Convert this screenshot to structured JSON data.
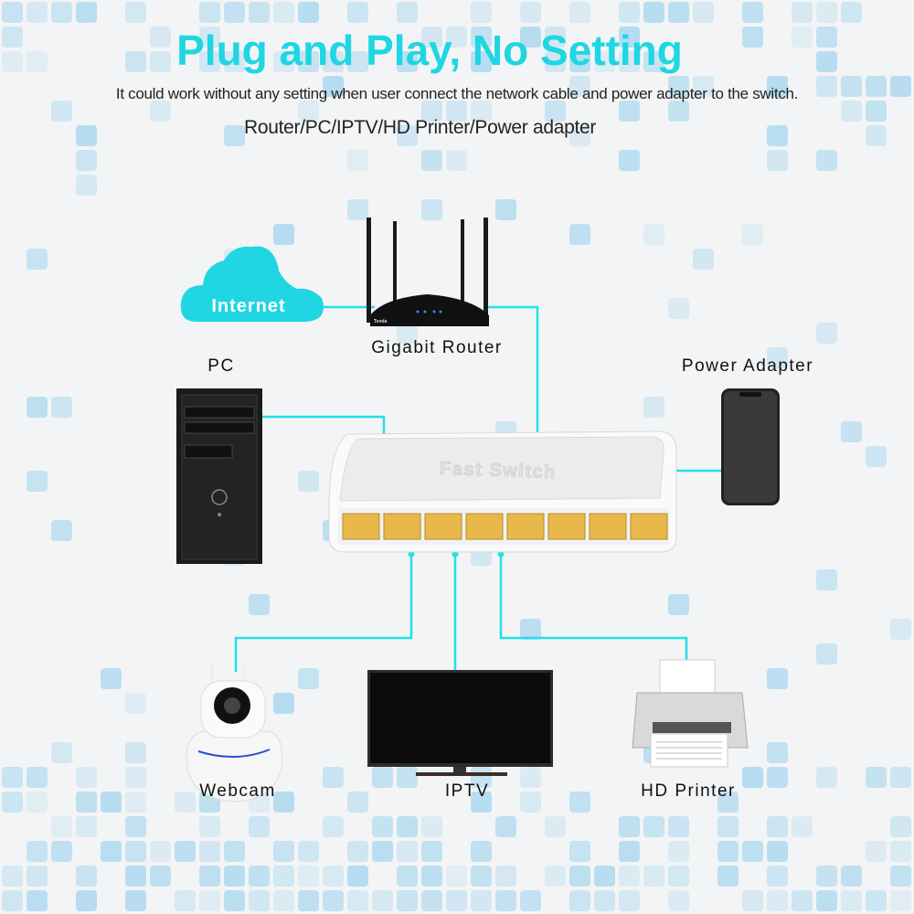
{
  "header": {
    "title": "Plug and Play, No Setting",
    "subtitle": "It could work without any setting when user connect the network cable and power adapter to the switch.",
    "devices_line": "Router/PC/IPTV/HD Printer/Power adapter"
  },
  "diagram": {
    "internet_label": "Internet",
    "router_label": "Gigabit Router",
    "router_brand": "Tenda",
    "pc_label": "PC",
    "power_label": "Power Adapter",
    "switch_label": "Fast Switch",
    "webcam_label": "Webcam",
    "iptv_label": "IPTV",
    "printer_label": "HD Printer"
  },
  "colors": {
    "accent": "#1fd6e2",
    "line": "#22e0ea",
    "mosaic": "#a9d7ef",
    "port": "#e8b84a"
  }
}
